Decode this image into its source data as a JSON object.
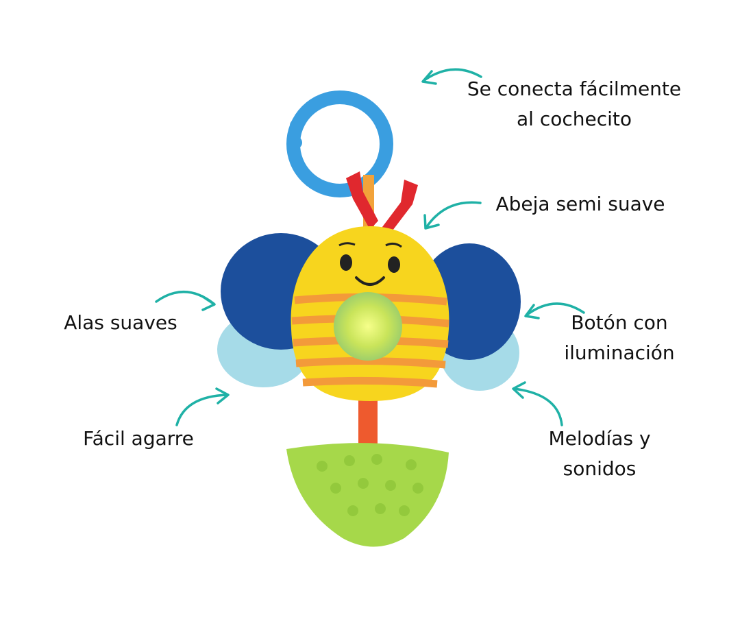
{
  "colors": {
    "arrow": "#1fb1a6",
    "text": "#111111",
    "ring": "#3a9ee0",
    "wing_dark": "#1c4f9c",
    "wing_light": "#a6dbe8",
    "body": "#f7d51e",
    "stripe": "#f39a3a",
    "teether": "#a6d84a"
  },
  "labels": {
    "stroller": {
      "line1": "Se conecta fácilmente",
      "line2": "al cochecito"
    },
    "bee": {
      "line1": "Abeja semi suave"
    },
    "wings": {
      "line1": "Alas suaves"
    },
    "button": {
      "line1": "Botón con",
      "line2": "iluminación"
    },
    "grip": {
      "line1": "Fácil agarre"
    },
    "sounds": {
      "line1": "Melodías y",
      "line2": "sonidos"
    }
  }
}
